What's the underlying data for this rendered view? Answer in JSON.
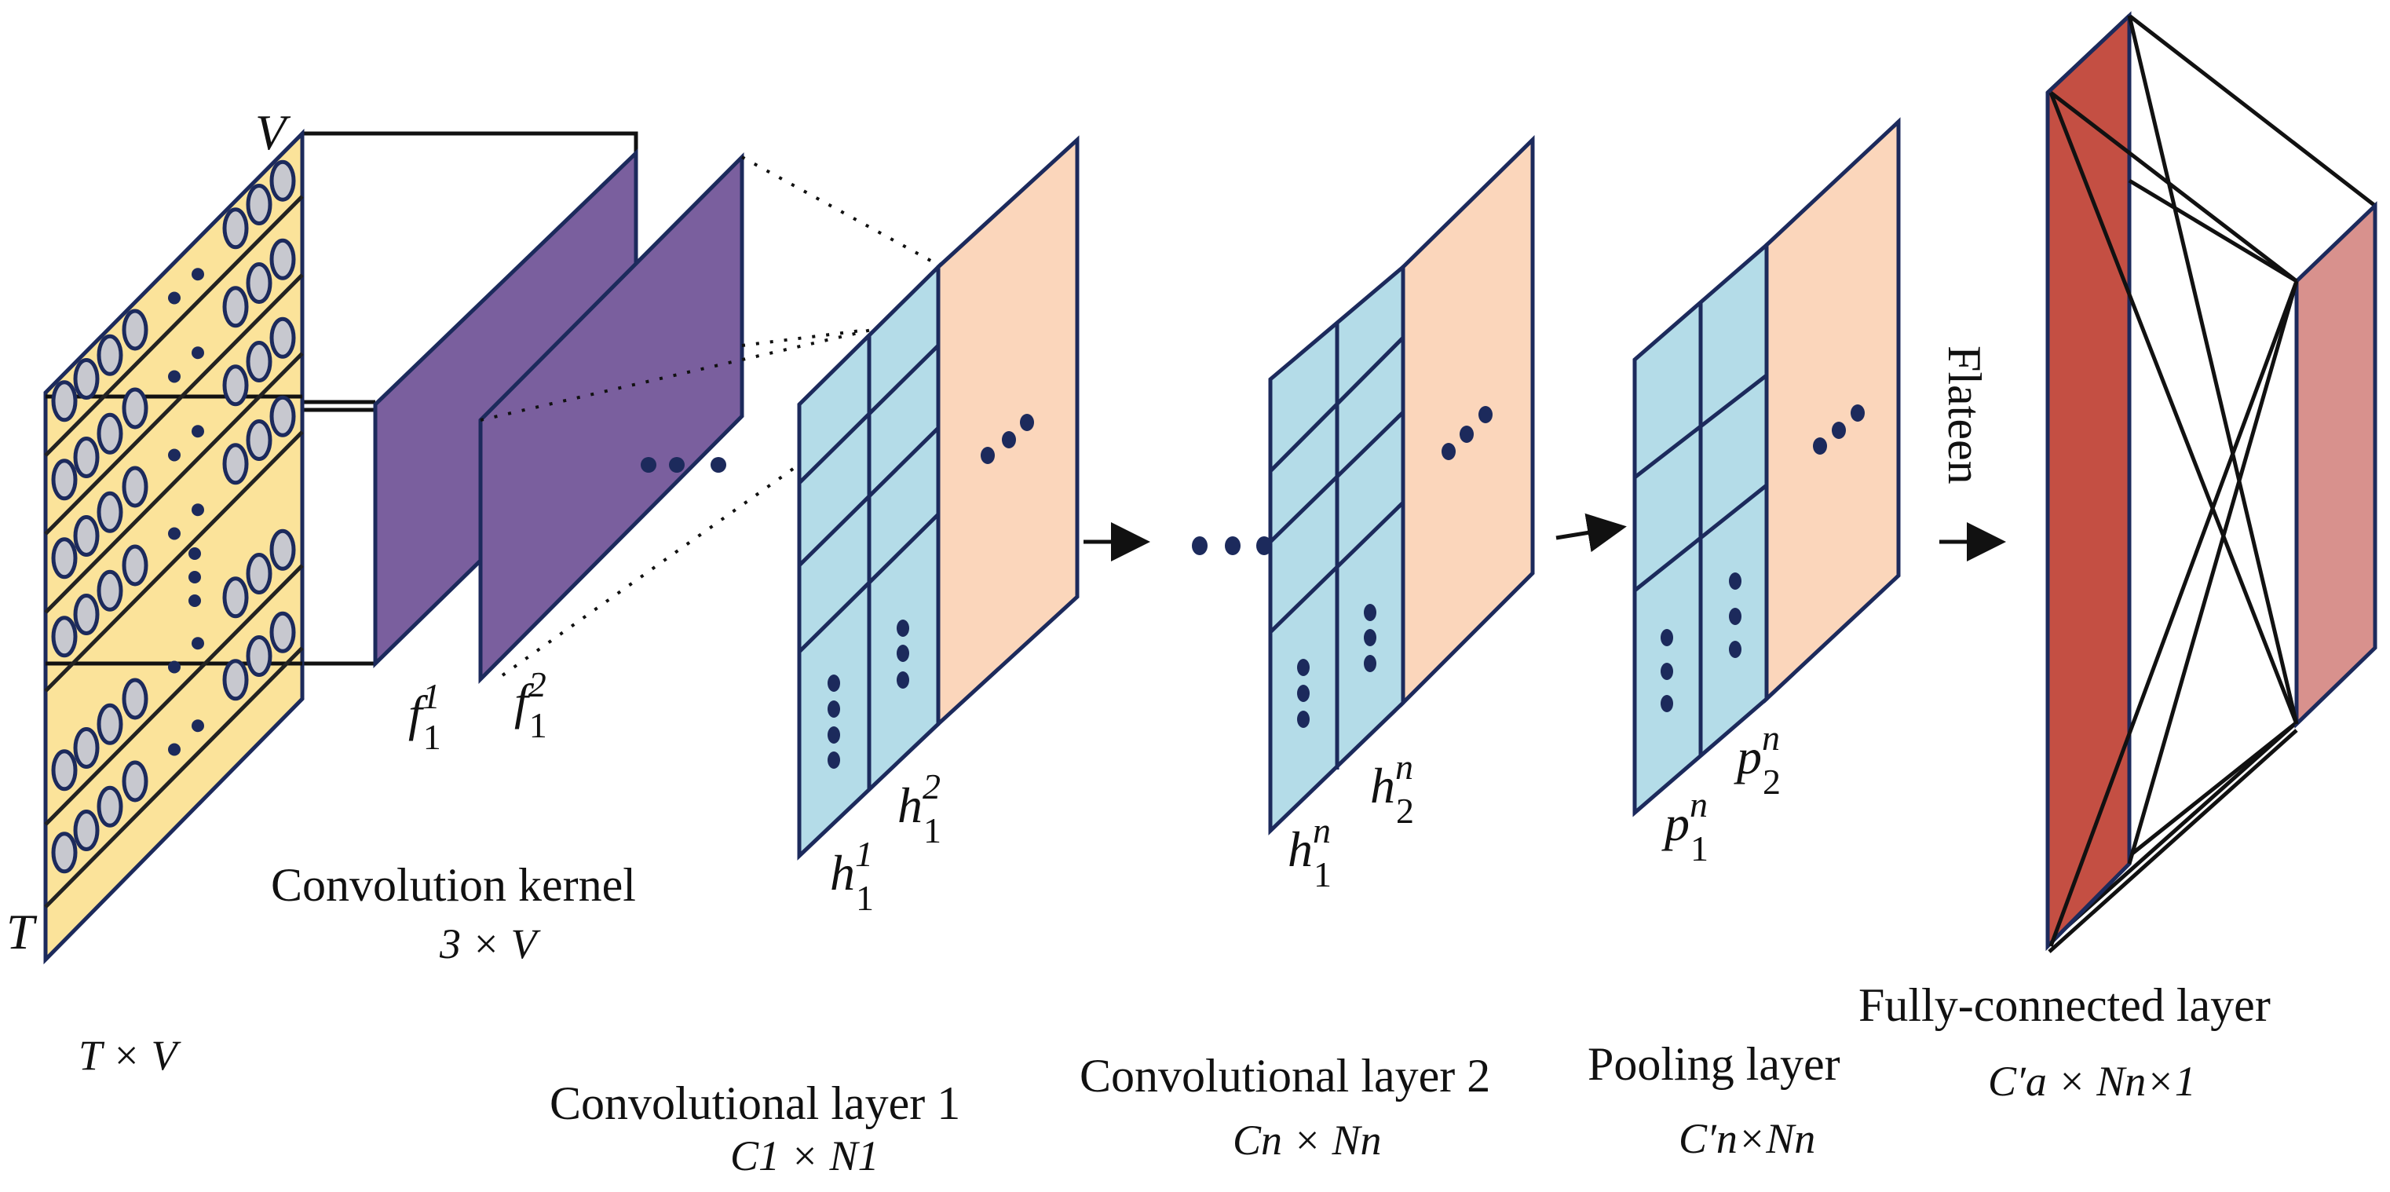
{
  "colors": {
    "input_fill": "#fbe39a",
    "kernel_fill": "#7a5f9e",
    "feature_blue": "#b4dce8",
    "feature_peach": "#fbd6bb",
    "fc_dark": "#c44f43",
    "fc_light": "#d8918d",
    "frame": "#1c2a5c",
    "node_fill": "#c7c8cf"
  },
  "input": {
    "v_label": "V",
    "t_label": "T",
    "dims_label": "T × V"
  },
  "kernel": {
    "caption": "Convolution kernel",
    "dims": "3 × V",
    "f1_base": "f",
    "f1_sup": "1",
    "f1_sub": "1",
    "f2_base": "f",
    "f2_sup": "2",
    "f2_sub": "1"
  },
  "conv1": {
    "caption": "Convolutional layer 1",
    "dims": "C1 × N1",
    "h1_base": "h",
    "h1_sup": "1",
    "h1_sub": "1",
    "h2_base": "h",
    "h2_sup": "2",
    "h2_sub": "1"
  },
  "conv2": {
    "caption": "Convolutional layer 2",
    "dims": "Cn × Nn",
    "h1_base": "h",
    "h1_sup": "n",
    "h1_sub": "1",
    "h2_base": "h",
    "h2_sup": "n",
    "h2_sub": "2"
  },
  "pool": {
    "caption": "Pooling layer",
    "dims": "C′n×Nn",
    "p1_base": "p",
    "p1_sup": "n",
    "p1_sub": "1",
    "p2_base": "p",
    "p2_sup": "n",
    "p2_sub": "2"
  },
  "flatten": {
    "label": "Flateen"
  },
  "fc": {
    "caption": "Fully-connected layer",
    "dims": "C′a × Nn×1"
  }
}
